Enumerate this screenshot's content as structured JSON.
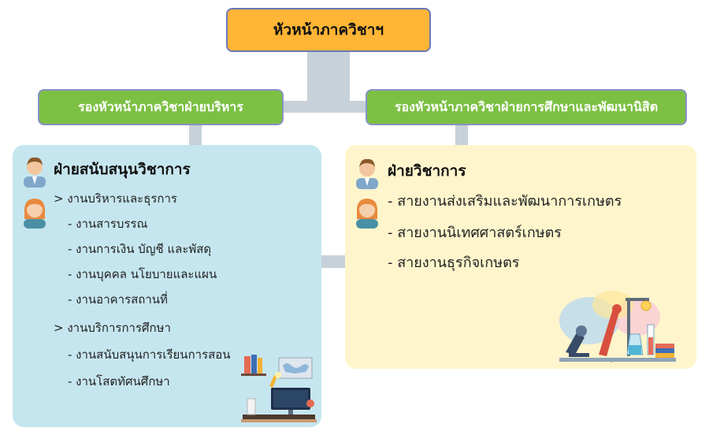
{
  "head": {
    "label": "หัวหน้าภาควิชาฯ"
  },
  "deputies": [
    {
      "label": "รองหัวหน้าภาควิชาฝ่ายบริหาร"
    },
    {
      "label": "รองหัวหน้าภาควิชาฝ่ายการศึกษาและพัฒนานิสิต"
    }
  ],
  "left_panel": {
    "title": "ฝ่ายสนับสนุนวิชาการ",
    "items": [
      "> งานบริหารและธุรการ",
      "- งานสารบรรณ",
      "- งานการเงิน บัญชี และพัสดุ",
      "- งานบุคคล นโยบายและแผน",
      "- งานอาคารสถานที่",
      "> งานบริการการศึกษา",
      "- งานสนับสนุนการเรียนการสอน",
      "- งานโสตทัศนศึกษา"
    ]
  },
  "right_panel": {
    "title": "ฝ่ายวิชาการ",
    "items": [
      "- สายงานส่งเสริมและพัฒนาการเกษตร",
      "- สายงานนิเทศศาสตร์เกษตร",
      "- สายงานธุรกิจเกษตร"
    ]
  },
  "illustrations": {
    "left": "desk-workspace-illustration",
    "right": "science-lab-illustration"
  },
  "colors": {
    "head_fill": "#ffb535",
    "deputy_fill": "#7cc043",
    "left_panel_fill": "#c6e6ef",
    "right_panel_fill": "#fef5cc",
    "connector": "#c6d1d9"
  }
}
